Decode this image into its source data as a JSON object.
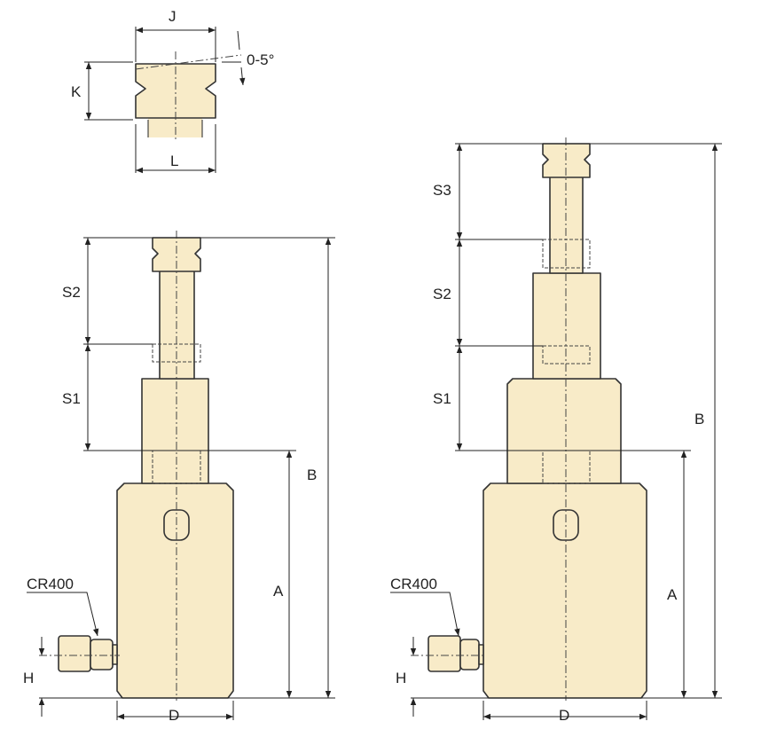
{
  "detail": {
    "J": "J",
    "K": "K",
    "L": "L",
    "angle": "0-5°"
  },
  "left_cylinder": {
    "S2": "S2",
    "S1": "S1",
    "A": "A",
    "B": "B",
    "D": "D",
    "H": "H",
    "coupler": "CR400"
  },
  "right_cylinder": {
    "S3": "S3",
    "S2": "S2",
    "S1": "S1",
    "A": "A",
    "B": "B",
    "D": "D",
    "H": "H",
    "coupler": "CR400"
  },
  "colors": {
    "body": "#f8ebc8",
    "line": "#333333"
  }
}
